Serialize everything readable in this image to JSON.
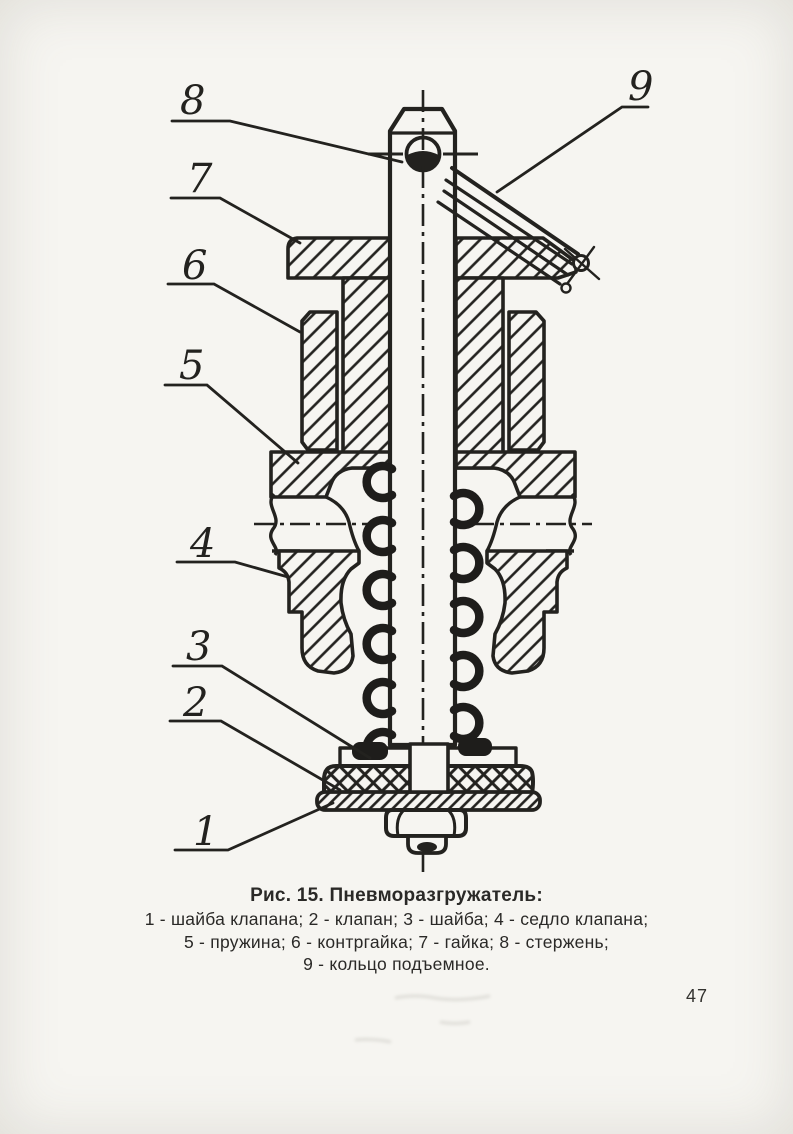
{
  "colors": {
    "paper": "#f6f5f1",
    "ink": "#1e1d1b"
  },
  "figure": {
    "caption_title": "Рис. 15. Пневморазгружатель:",
    "caption_lines": [
      "1 - шайба клапана; 2 - клапан; 3 - шайба; 4 - седло клапана;",
      "5 - пружина; 6 - контргайка; 7 - гайка; 8 - стержень;",
      "9 - кольцо подъемное."
    ],
    "parts": [
      {
        "num": "1",
        "name": "шайба клапана"
      },
      {
        "num": "2",
        "name": "клапан"
      },
      {
        "num": "3",
        "name": "шайба"
      },
      {
        "num": "4",
        "name": "седло клапана"
      },
      {
        "num": "5",
        "name": "пружина"
      },
      {
        "num": "6",
        "name": "контргайка"
      },
      {
        "num": "7",
        "name": "гайка"
      },
      {
        "num": "8",
        "name": "стержень"
      },
      {
        "num": "9",
        "name": "кольцо подъемное"
      }
    ]
  },
  "page": {
    "number": "47"
  }
}
